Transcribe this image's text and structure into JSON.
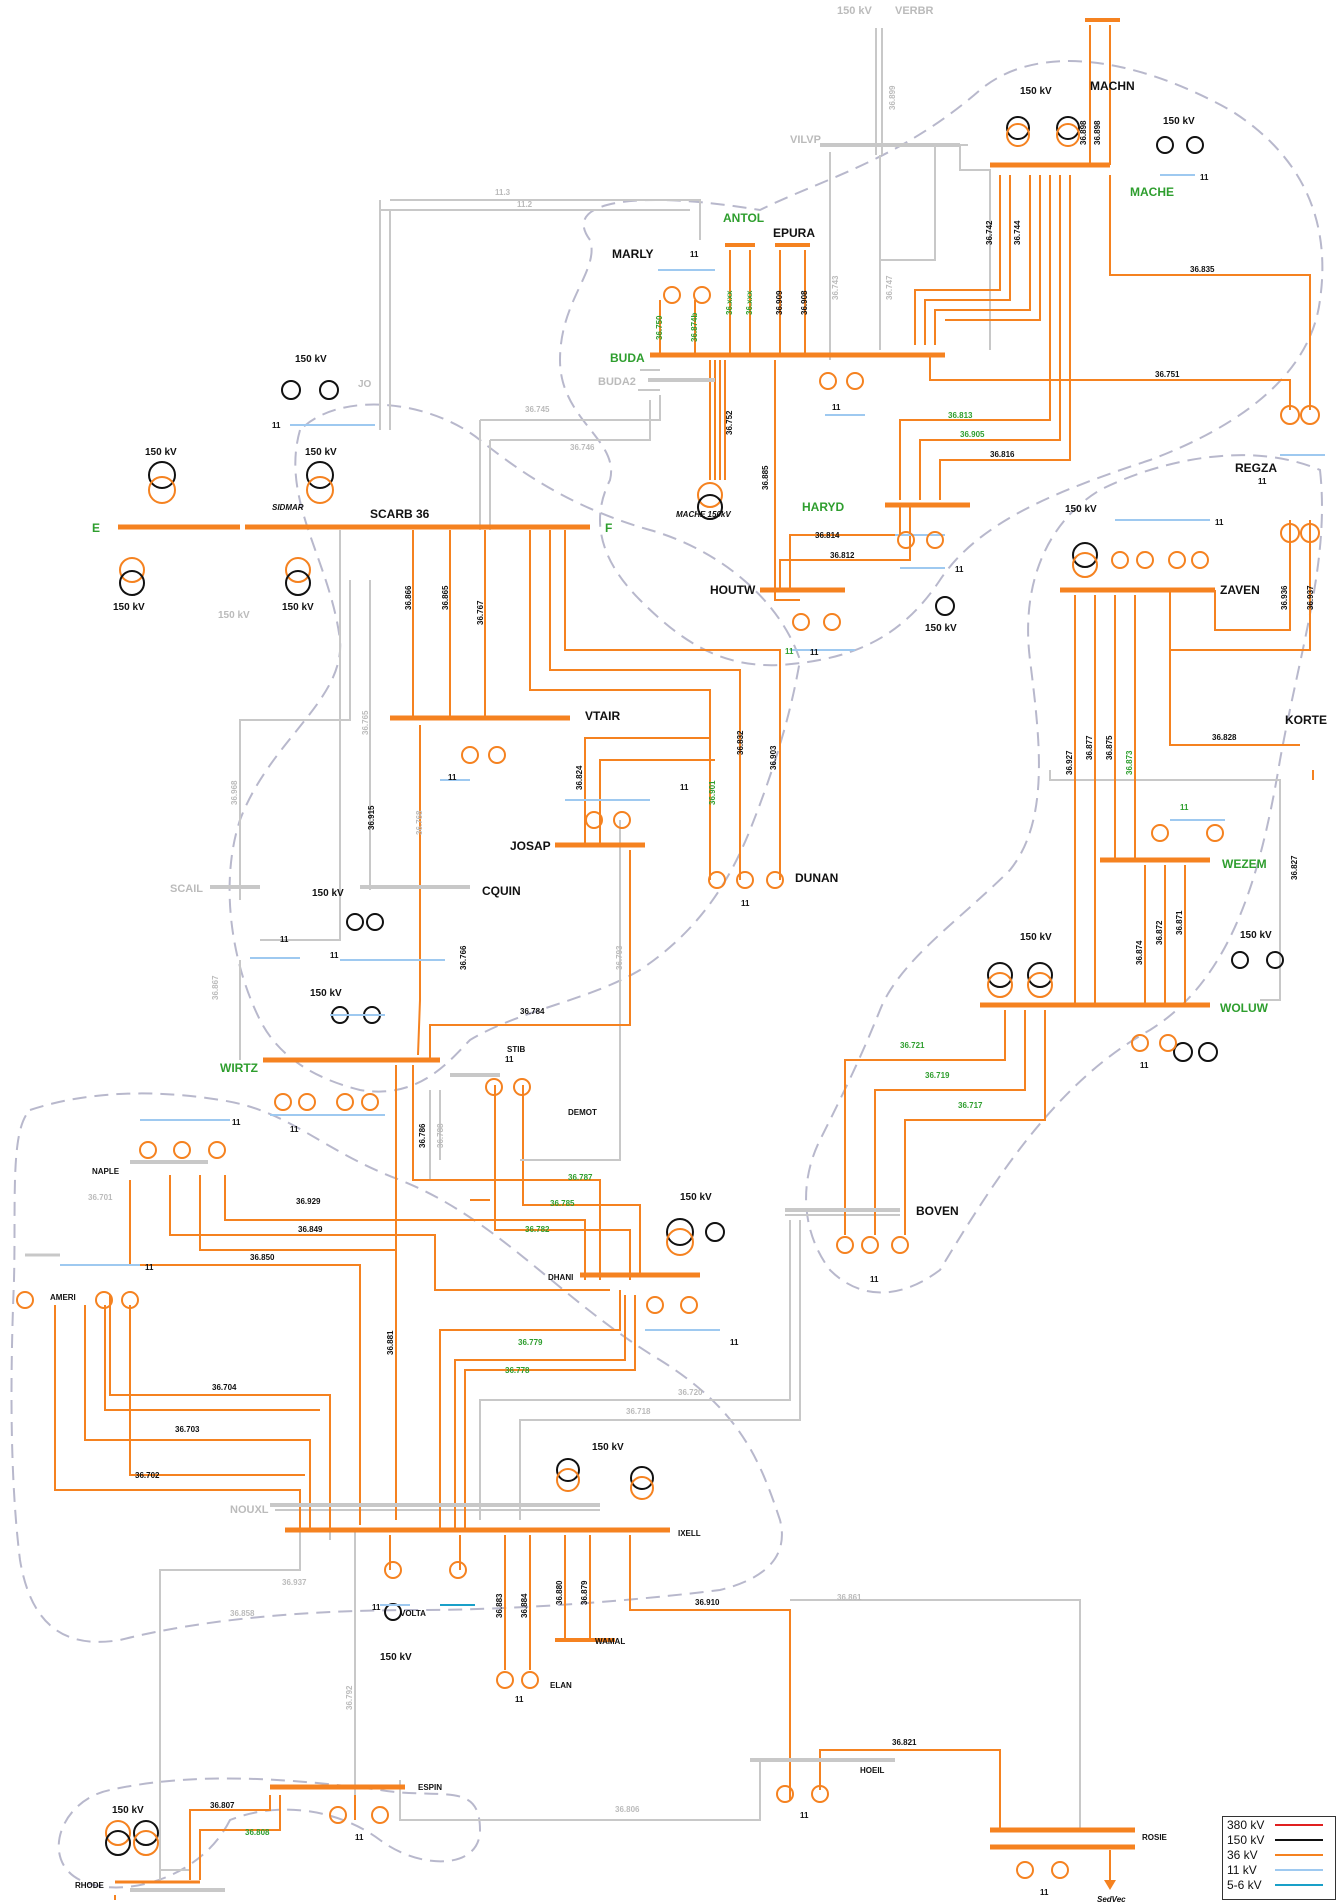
{
  "buses": {
    "verbr": "VERBR",
    "verbr_kv": "150 kV",
    "vilvp": "VILVP",
    "machn": "MACHN",
    "mache": "MACHE",
    "antol": "ANTOL",
    "epura": "EPURA",
    "marly": "MARLY",
    "buda": "BUDA",
    "buda2": "BUDA2",
    "mache150": "MACHE 150kV",
    "haryd": "HARYD",
    "houtw": "HOUTW",
    "regza": "REGZA",
    "zaven": "ZAVEN",
    "korte": "KORTE",
    "wezem": "WEZEM",
    "woluw": "WOLUW",
    "scarb": "SCARB 36",
    "e": "E",
    "f": "F",
    "vtair": "VTAIR",
    "josap": "JOSAP",
    "dunan": "DUNAN",
    "scail": "SCAIL",
    "cquin": "CQUIN",
    "wirtz": "WIRTZ",
    "demot": "DEMOT",
    "naple": "NAPLE",
    "ameri": "AMERI",
    "dhani": "DHANI",
    "boven": "BOVEN",
    "noukl": "NOUXL",
    "ixell": "IXELL",
    "volta": "VOLTA",
    "wamal": "WAMAL",
    "elan": "ELAN",
    "espin": "ESPIN",
    "hoeil": "HOEIL",
    "rosie": "ROSIE",
    "rhode": "RHODE",
    "sedvec": "SedVec",
    "sidmar": "SIDMAR",
    "stib": "STIB"
  },
  "voltages": {
    "kv150": "150 kV",
    "kv11": "11",
    "jo": "JO"
  },
  "lines": {
    "l36899": "36.899",
    "l36898": "36.898",
    "l36742": "36.742",
    "l36744": "36.744",
    "l36835": "36.835",
    "l36751": "36.751",
    "l11_3": "11.3",
    "l11_2": "11.2",
    "l36750": "36.750",
    "l36874b": "36.874b",
    "l36xxx1": "36.xxx",
    "l36xxx2": "36.xxx",
    "l36909": "36.909",
    "l36908": "36.908",
    "l36743": "36.743",
    "l36747": "36.747",
    "l36752": "36.752",
    "l36885": "36.885",
    "l36745": "36.745",
    "l36746": "36.746",
    "l36813": "36.813",
    "l36905": "36.905",
    "l36816": "36.816",
    "l36814": "36.814",
    "l36812": "36.812",
    "l36936": "36.936",
    "l36937": "36.937",
    "l36866": "36.866",
    "l36865": "36.865",
    "l36767": "36.767",
    "l36765": "36.765",
    "l36832": "36.832",
    "l36903": "36.903",
    "l36824": "36.824",
    "l36901": "36.901",
    "l36828": "36.828",
    "l36927": "36.927",
    "l36877": "36.877",
    "l36875": "36.875",
    "l36873": "36.873",
    "l36827": "36.827",
    "l36874": "36.874",
    "l36872": "36.872",
    "l36871": "36.871",
    "l36968": "36.968",
    "l36915": "36.915",
    "l36768": "36.768",
    "l36867": "36.867",
    "l36766": "36.766",
    "l36784": "36.784",
    "l36793": "36.793",
    "l36721": "36.721",
    "l36719": "36.719",
    "l36717": "36.717",
    "l36701": "36.701",
    "l36929": "36.929",
    "l36849": "36.849",
    "l36850": "36.850",
    "l36786": "36.786",
    "l36788": "36.788",
    "l36787": "36.787",
    "l36785": "36.785",
    "l36782": "36.782",
    "l36881": "36.881",
    "l36779": "36.779",
    "l36778": "36.778",
    "l36704": "36.704",
    "l36703": "36.703",
    "l36702": "36.702",
    "l36720": "36.720",
    "l36718": "36.718",
    "l36937b": "36.937",
    "l36858": "36.858",
    "l36883": "36.883",
    "l36884": "36.884",
    "l36880": "36.880",
    "l36879": "36.879",
    "l36910": "36.910",
    "l36861": "36.861",
    "l36792": "36.792",
    "l36821": "36.821",
    "l36807": "36.807",
    "l36808": "36.808",
    "l36806": "36.806"
  },
  "legend": [
    {
      "label": "380 kV",
      "color": "#e02020"
    },
    {
      "label": "150 kV",
      "color": "#111111"
    },
    {
      "label": "36 kV",
      "color": "#f58220"
    },
    {
      "label": "11 kV",
      "color": "#9ec9f0"
    },
    {
      "label": "5-6 kV",
      "color": "#1aa0c8"
    }
  ],
  "colors": {
    "kv36": "#f58220",
    "kv150": "#111111",
    "kv11": "#9ec9f0",
    "out_of_service": "#c8c8c8",
    "green_label": "#2e9e2e"
  }
}
